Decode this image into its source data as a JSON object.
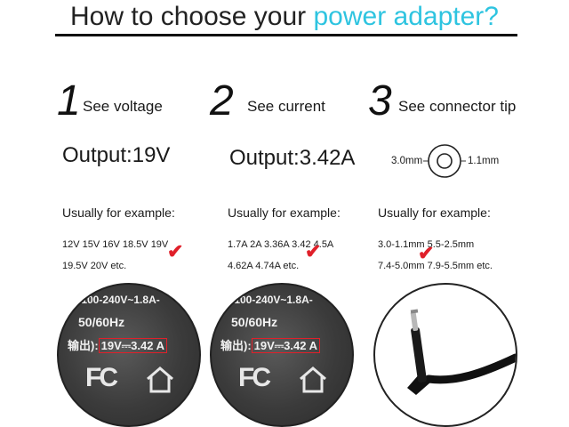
{
  "header": {
    "title_prefix": "How to choose your",
    "title_accent": "power adapter?"
  },
  "steps": [
    {
      "number": "1",
      "label": "See voltage",
      "output": "Output:19V",
      "usually": "Usually for example:",
      "lines": [
        "12V 15V 16V 18.5V 19V",
        "19.5V 20V etc."
      ]
    },
    {
      "number": "2",
      "label": "See current",
      "output": "Output:3.42A",
      "usually": "Usually for example:",
      "lines": [
        "1.7A 2A 3.36A 3.42 4.5A",
        "4.62A 4.74A etc."
      ]
    },
    {
      "number": "3",
      "label": "See connector tip",
      "tip_outer": "3.0mm",
      "tip_inner": "1.1mm",
      "usually": "Usually for example:",
      "lines": [
        "3.0-1.1mm 5.5-2.5mm",
        "7.4-5.0mm 7.9-5.5mm etc."
      ]
    }
  ],
  "labels": [
    {
      "line1": "- 100-240V~1.8A-",
      "line2": "50/60Hz",
      "prefix": "输出):",
      "rating": "19V⎓3.42 A"
    },
    {
      "line1": "- 100-240V~1.8A-",
      "line2": "50/60Hz",
      "prefix": "输出):",
      "rating": "19V⎓3.42 A"
    }
  ],
  "colors": {
    "accent": "#2ec4e0",
    "check": "#e0202a"
  },
  "icons": [
    "fc-mark-icon",
    "house-icon",
    "checkmark-icon",
    "connector-tip-icon",
    "dc-plug-icon"
  ]
}
